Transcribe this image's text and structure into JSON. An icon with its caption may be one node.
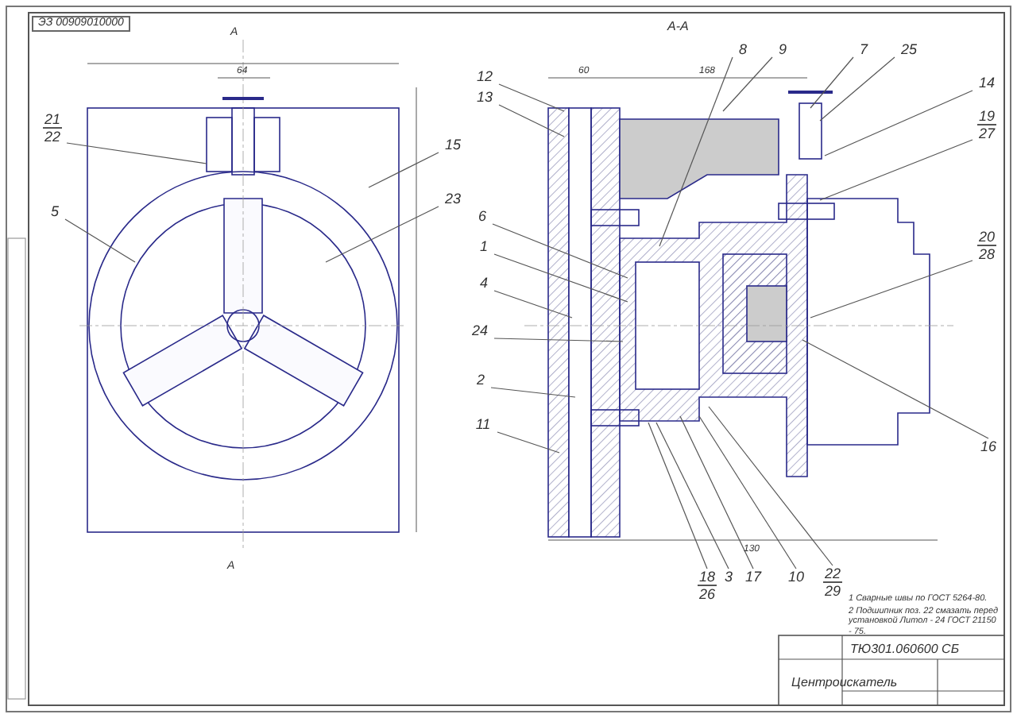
{
  "diagram": {
    "nodes": [
      {
        "text": [
          "21",
          "22"
        ]
      },
      {
        "text": [
          "5"
        ]
      },
      {
        "text": [
          "15"
        ]
      },
      {
        "text": [
          "23"
        ]
      },
      {
        "text": [
          "12"
        ]
      },
      {
        "text": [
          "13"
        ]
      },
      {
        "text": [
          "6"
        ]
      },
      {
        "text": [
          "1"
        ]
      },
      {
        "text": [
          "4"
        ]
      },
      {
        "text": [
          "24"
        ]
      },
      {
        "text": [
          "2"
        ]
      },
      {
        "text": [
          "11"
        ]
      },
      {
        "text": [
          "8"
        ]
      },
      {
        "text": [
          "9"
        ]
      },
      {
        "text": [
          "7"
        ]
      },
      {
        "text": [
          "25"
        ]
      },
      {
        "text": [
          "14"
        ]
      },
      {
        "text": [
          "19",
          "27"
        ]
      },
      {
        "text": [
          "20",
          "28"
        ]
      },
      {
        "text": [
          "16"
        ]
      },
      {
        "text": [
          "18",
          "26"
        ]
      },
      {
        "text": [
          "3"
        ]
      },
      {
        "text": [
          "17"
        ]
      },
      {
        "text": [
          "10"
        ]
      },
      {
        "text": [
          "22",
          "29"
        ]
      }
    ],
    "edges": [
      {
        "from": 0,
        "to": null,
        "arrow": "none"
      },
      {
        "from": 1,
        "to": null,
        "arrow": "none"
      },
      {
        "from": 2,
        "to": null,
        "arrow": "none"
      },
      {
        "from": 3,
        "to": null,
        "arrow": "none"
      },
      {
        "from": 4,
        "to": null,
        "arrow": "none"
      },
      {
        "from": 5,
        "to": null,
        "arrow": "none"
      },
      {
        "from": 6,
        "to": null,
        "arrow": "none"
      },
      {
        "from": 7,
        "to": null,
        "arrow": "none"
      },
      {
        "from": 8,
        "to": null,
        "arrow": "none"
      },
      {
        "from": 9,
        "to": null,
        "arrow": "none"
      },
      {
        "from": 10,
        "to": null,
        "arrow": "none"
      },
      {
        "from": 11,
        "to": null,
        "arrow": "none"
      },
      {
        "from": 12,
        "to": null,
        "arrow": "none"
      },
      {
        "from": 13,
        "to": null,
        "arrow": "none"
      },
      {
        "from": 14,
        "to": null,
        "arrow": "none"
      },
      {
        "from": 15,
        "to": null,
        "arrow": "none"
      },
      {
        "from": 16,
        "to": null,
        "arrow": "none"
      },
      {
        "from": 17,
        "to": null,
        "arrow": "none"
      },
      {
        "from": 18,
        "to": null,
        "arrow": "none"
      },
      {
        "from": 19,
        "to": null,
        "arrow": "none"
      },
      {
        "from": 20,
        "to": null,
        "arrow": "none"
      },
      {
        "from": 21,
        "to": null,
        "arrow": "none"
      },
      {
        "from": 22,
        "to": null,
        "arrow": "none"
      },
      {
        "from": 23,
        "to": null,
        "arrow": "none"
      },
      {
        "from": 24,
        "to": null,
        "arrow": "none"
      }
    ],
    "labels": [
      "ЭЗ 00909010000",
      "A",
      "A",
      "A-A",
      "64",
      "60",
      "168",
      "130",
      "1 Сварные швы по ГОСТ 5264-80.",
      "2 Подшипник поз. 22 смазать перед установкой Литол - 24 ГОСТ 21150 - 75.",
      "ТЮ301.060600 СБ",
      "Центроискатель"
    ]
  }
}
